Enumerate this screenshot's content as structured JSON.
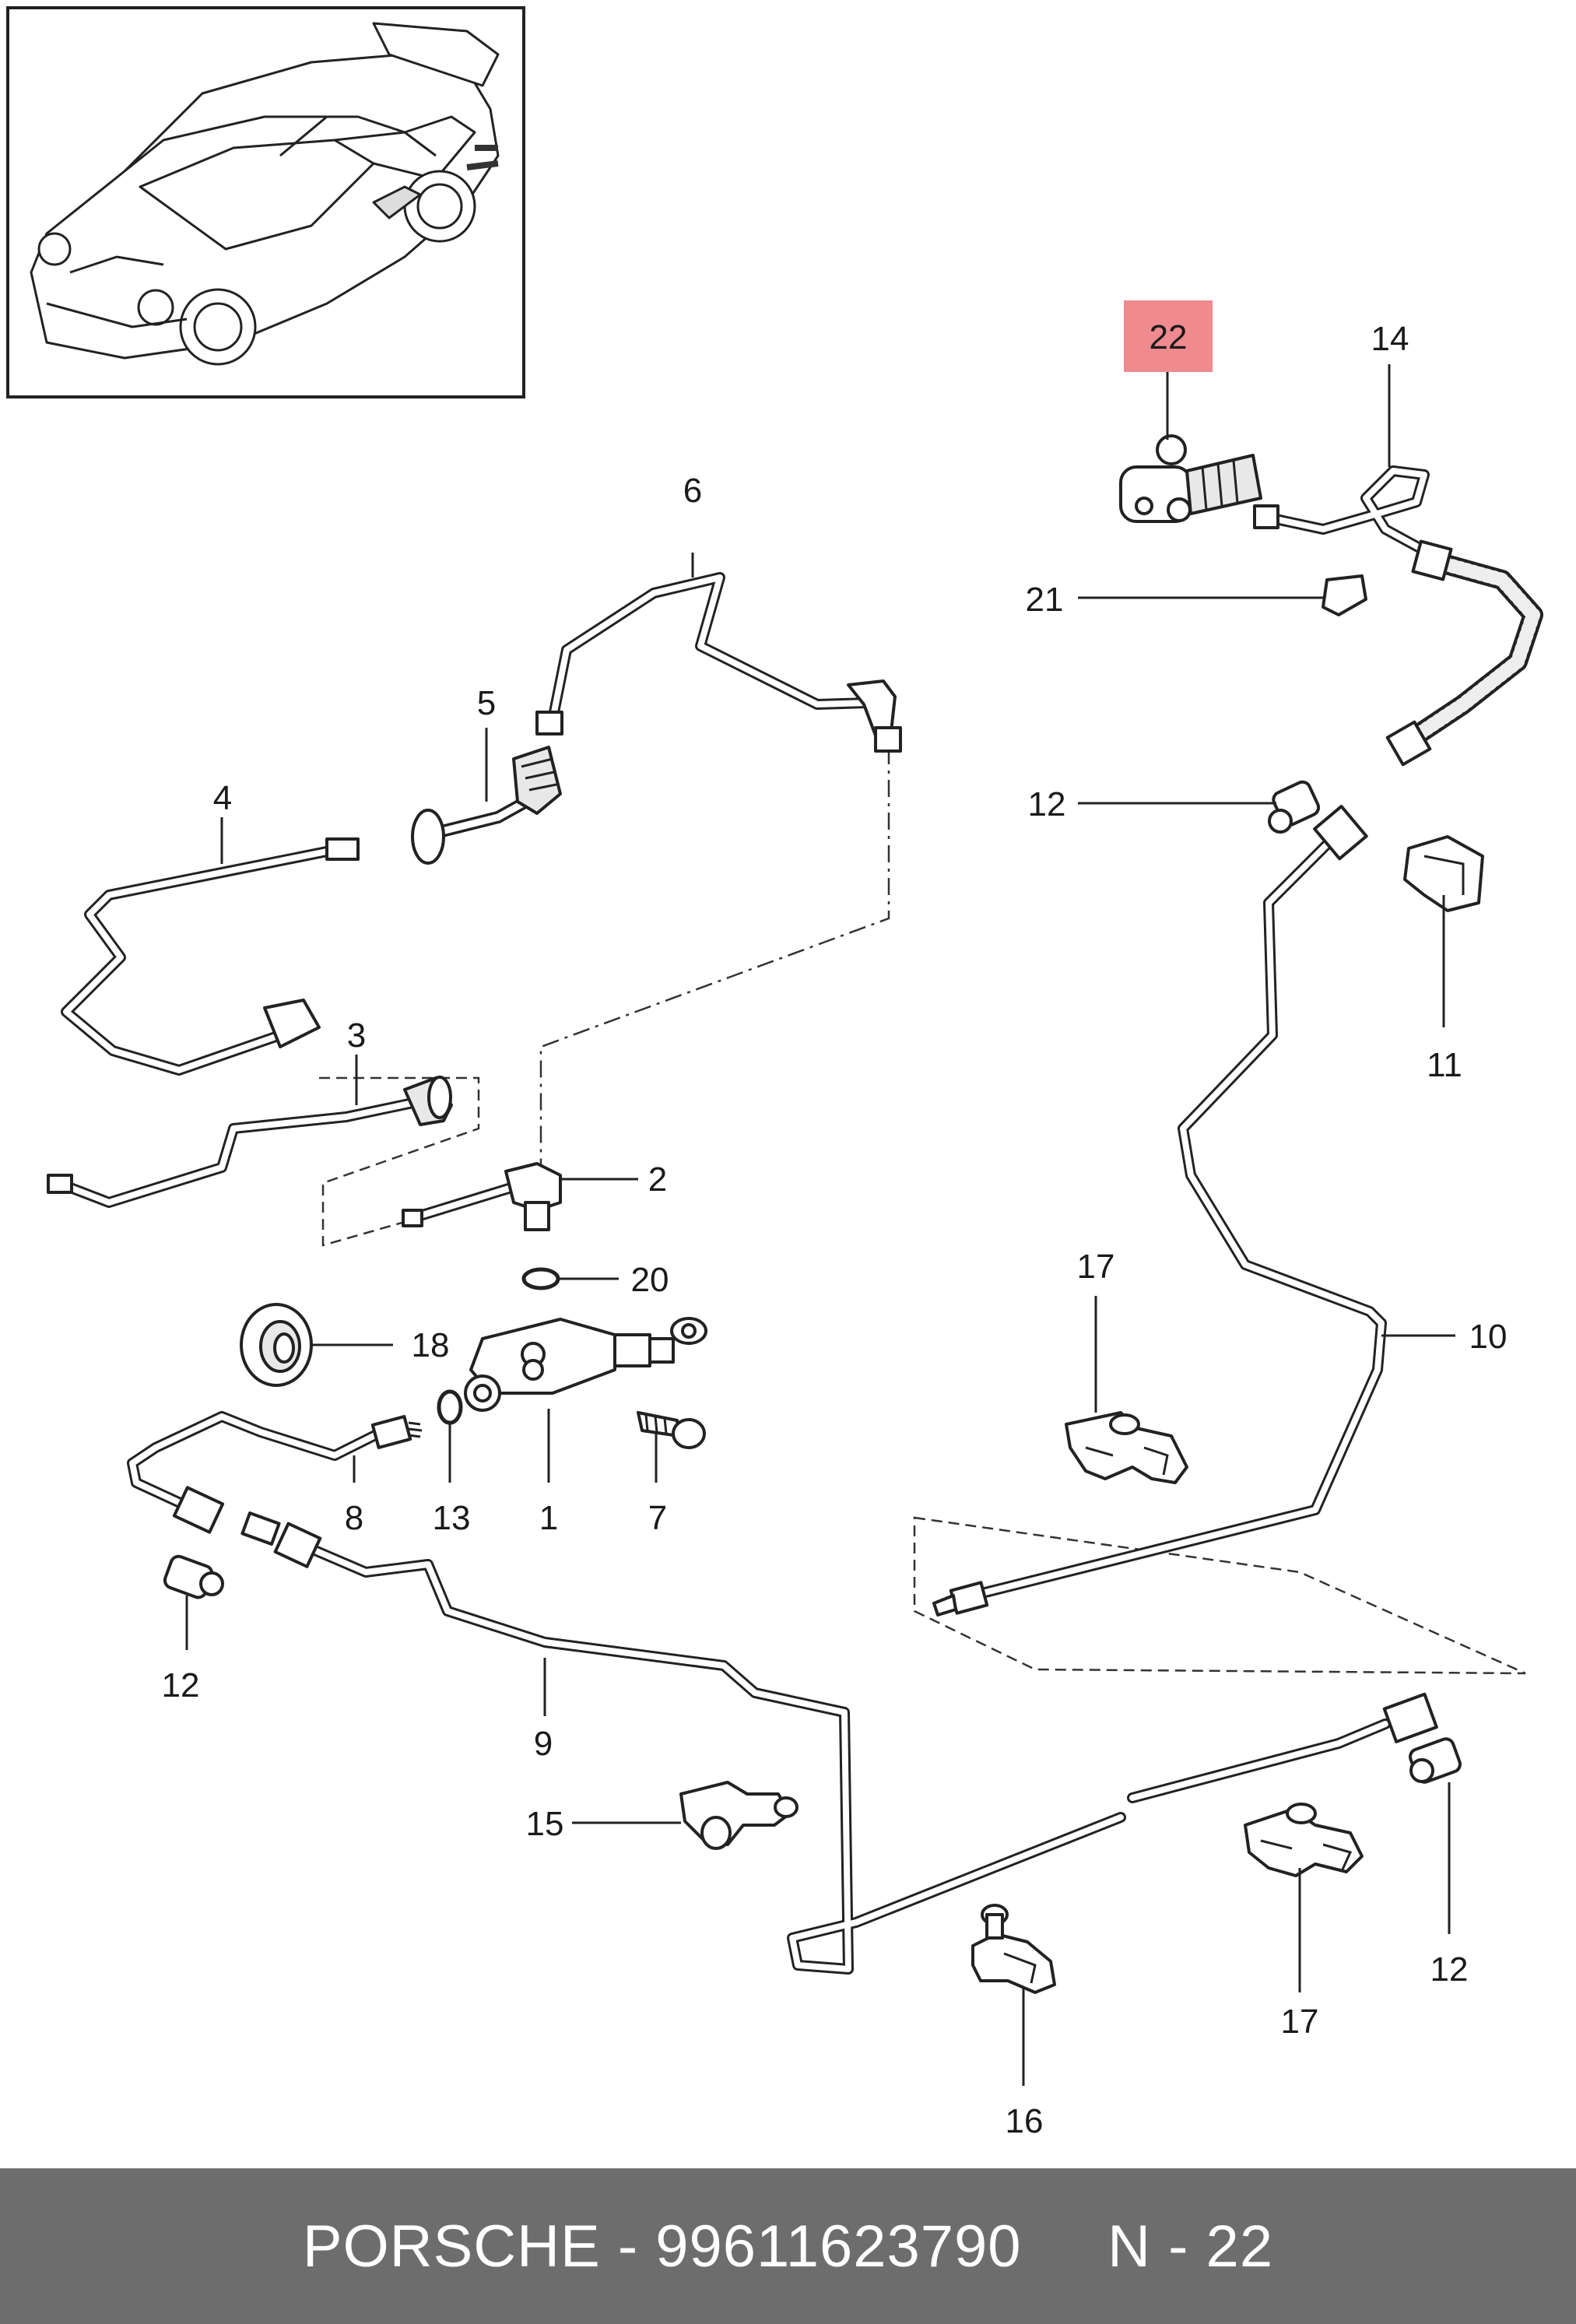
{
  "callouts": [
    {
      "id": "22",
      "highlight": true
    },
    {
      "id": "14"
    },
    {
      "id": "6"
    },
    {
      "id": "21"
    },
    {
      "id": "5"
    },
    {
      "id": "12"
    },
    {
      "id": "4"
    },
    {
      "id": "11"
    },
    {
      "id": "3"
    },
    {
      "id": "2"
    },
    {
      "id": "20"
    },
    {
      "id": "17"
    },
    {
      "id": "18"
    },
    {
      "id": "10"
    },
    {
      "id": "8"
    },
    {
      "id": "13"
    },
    {
      "id": "1"
    },
    {
      "id": "7"
    },
    {
      "id": "12"
    },
    {
      "id": "9"
    },
    {
      "id": "15"
    },
    {
      "id": "12"
    },
    {
      "id": "17"
    },
    {
      "id": "16"
    }
  ],
  "highlight_color": "#ef8a8e",
  "footer": {
    "text": "PORSCHE - 99611623790     N - 22",
    "background": "#6d6d6d"
  }
}
